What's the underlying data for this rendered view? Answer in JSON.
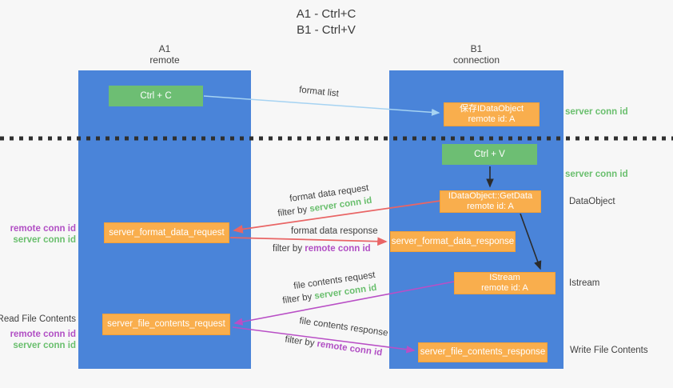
{
  "title": {
    "line1": "A1 - Ctrl+C",
    "line2": "B1 - Ctrl+V"
  },
  "lanes": {
    "left": {
      "name": "A1",
      "type": "remote"
    },
    "right": {
      "name": "B1",
      "type": "connection"
    }
  },
  "nodes": {
    "ctrl_c": {
      "label": "Ctrl + C"
    },
    "ctrl_v": {
      "label": "Ctrl + V"
    },
    "save_dataobject": {
      "line1": "保存IDataObject",
      "line2": "remote id: A"
    },
    "getdata": {
      "line1": "IDataObject::GetData",
      "line2": "remote id: A"
    },
    "istream": {
      "line1": "IStream",
      "line2": "remote id: A"
    },
    "server_format_data_request": {
      "label": "server_format_data_request"
    },
    "server_format_data_response": {
      "label": "server_format_data_response"
    },
    "server_file_contents_request": {
      "label": "server_file_contents_request"
    },
    "server_file_contents_response": {
      "label": "server_file_contents_response"
    }
  },
  "edge_labels": {
    "format_list": "format list",
    "format_data_request": "format data request",
    "format_data_response": "format data response",
    "file_contents_request": "file contents request",
    "file_contents_response": "file contents response",
    "filter_by": "filter by"
  },
  "conn_ids": {
    "server": "server conn id",
    "remote": "remote conn id"
  },
  "side_labels": {
    "dataobject": "DataObject",
    "istream": "Istream",
    "read_file_contents": "Read File Contents",
    "write_file_contents": "Write File Contents"
  },
  "colors": {
    "lane_blue": "#4a84d9",
    "node_green": "#6dbe73",
    "node_orange": "#f9ae4d",
    "arrow_red": "#e96565",
    "arrow_magenta": "#b94fc6",
    "arrow_lightblue": "#a6d3f2",
    "arrow_black": "#2b2b2b",
    "label_green": "#6abf6e",
    "label_purple": "#b14fc4",
    "text_dark": "#3f3f3f",
    "background": "#f7f7f7"
  }
}
